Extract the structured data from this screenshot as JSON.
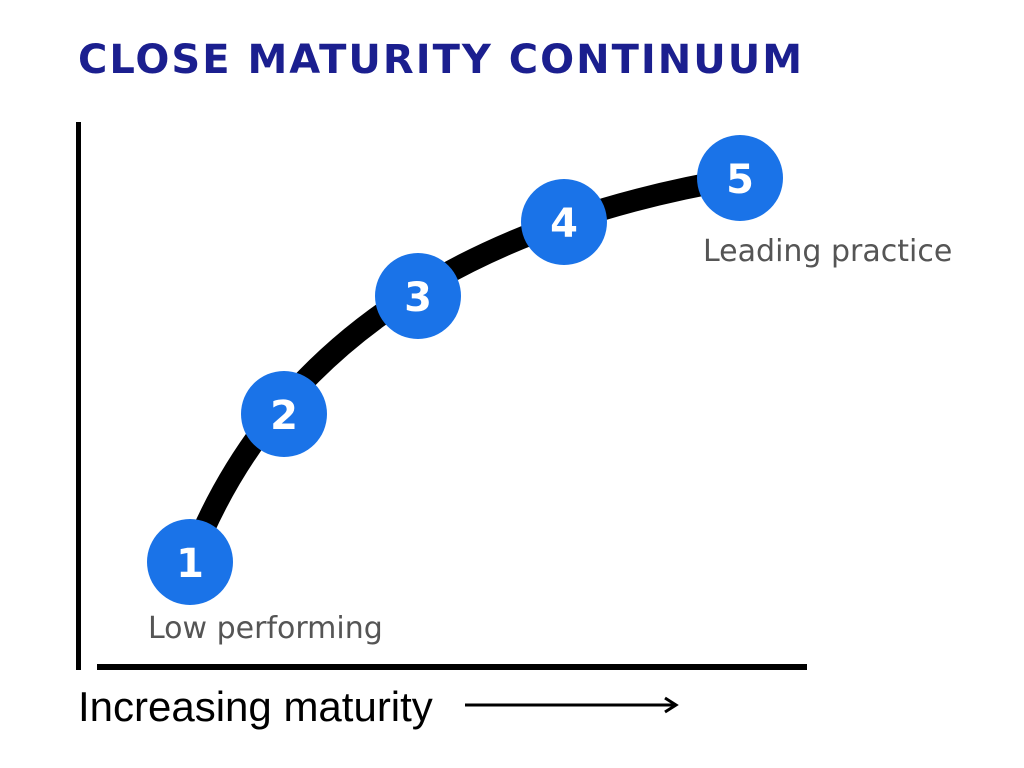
{
  "title": "CLOSE MATURITY CONTINUUM",
  "steps": [
    "1",
    "2",
    "3",
    "4",
    "5"
  ],
  "labels": {
    "start": "Low performing",
    "end": "Leading practice"
  },
  "x_axis_label": "Increasing maturity",
  "colors": {
    "title": "#1b1f8f",
    "node": "#1a73e8",
    "curve": "#000000",
    "label": "#555555"
  }
}
